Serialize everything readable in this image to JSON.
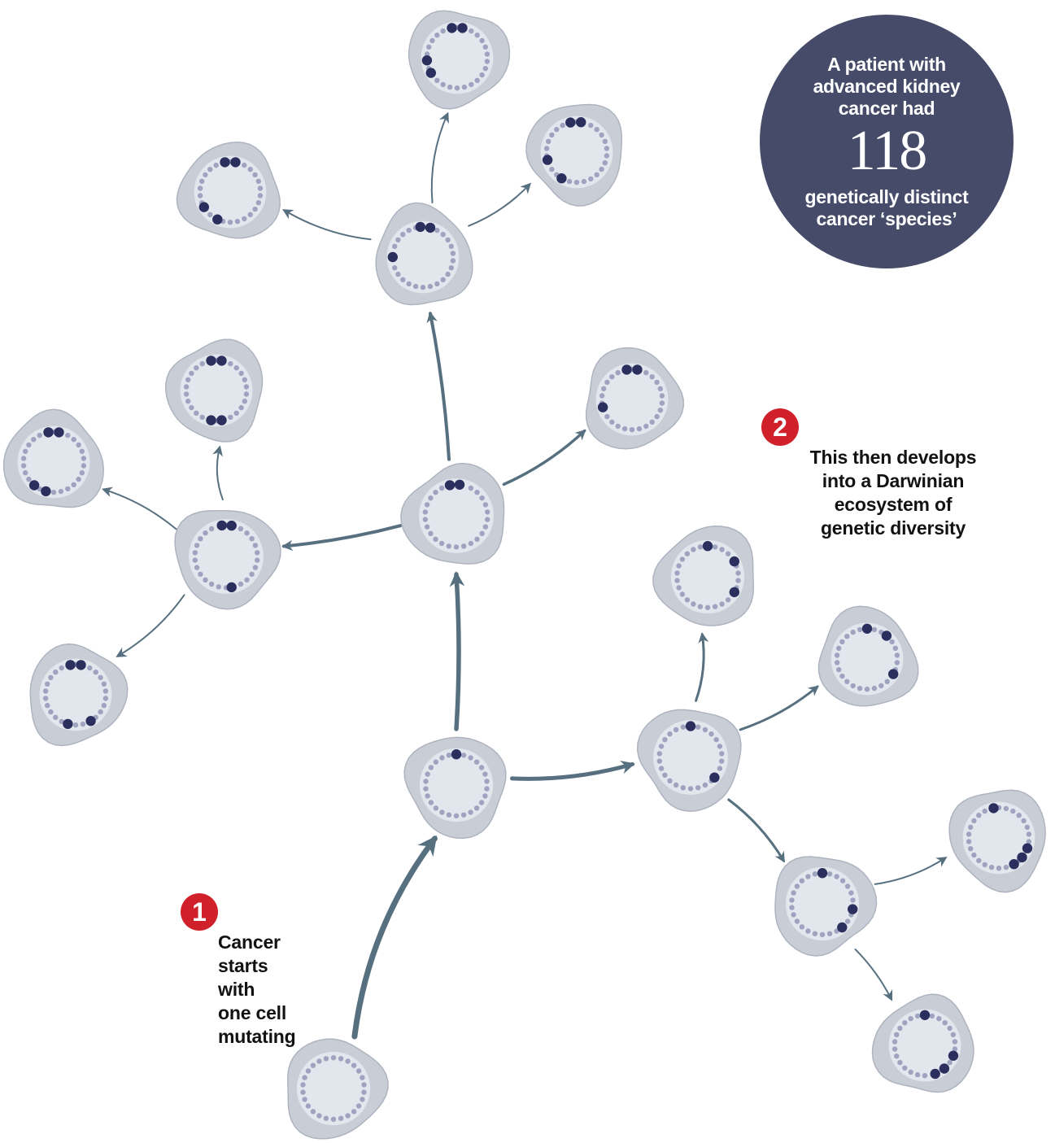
{
  "stat": {
    "text_top": "A patient with\nadvanced kidney\ncancer had",
    "number": "118",
    "text_bottom": "genetically distinct\ncancer ‘species’"
  },
  "steps": [
    {
      "number": "1",
      "text": "Cancer starts with\none cell mutating"
    },
    {
      "number": "2",
      "text": "This then develops\ninto a Darwinian\necosystem of\ngenetic diversity"
    }
  ],
  "colors": {
    "cell_outer": "#c9ced6",
    "cell_inner": "#e2e7ed",
    "cell_stroke": "#aeb4bf",
    "ring_dot": "#9ea3c0",
    "mutation_dot": "#2a2f5e",
    "arrow": "#577080",
    "stat_bg": "#454b68",
    "badge": "#d0202a"
  },
  "cells": [
    {
      "id": "founder",
      "mutations": 0
    },
    {
      "id": "first-mutant",
      "mutations": 1
    },
    {
      "id": "center",
      "mutations": 2
    },
    {
      "id": "top-hub",
      "mutations": 3
    },
    {
      "id": "top-leaf",
      "mutations": 4
    },
    {
      "id": "top-right-leaf",
      "mutations": 4
    },
    {
      "id": "top-left-leaf",
      "mutations": 4
    },
    {
      "id": "center-right",
      "mutations": 3
    },
    {
      "id": "left-hub",
      "mutations": 3
    },
    {
      "id": "left-top",
      "mutations": 4
    },
    {
      "id": "far-left",
      "mutations": 4
    },
    {
      "id": "lower-left",
      "mutations": 4
    },
    {
      "id": "right-hub",
      "mutations": 2
    },
    {
      "id": "right-up",
      "mutations": 3
    },
    {
      "id": "right-mid",
      "mutations": 3
    },
    {
      "id": "lower-right-hub",
      "mutations": 3
    },
    {
      "id": "far-right",
      "mutations": 4
    },
    {
      "id": "bottom-right",
      "mutations": 4
    }
  ],
  "arrows": [
    {
      "from": "founder",
      "to": "first-mutant"
    },
    {
      "from": "first-mutant",
      "to": "center"
    },
    {
      "from": "first-mutant",
      "to": "right-hub"
    },
    {
      "from": "center",
      "to": "top-hub"
    },
    {
      "from": "center",
      "to": "center-right"
    },
    {
      "from": "center",
      "to": "left-hub"
    },
    {
      "from": "top-hub",
      "to": "top-leaf"
    },
    {
      "from": "top-hub",
      "to": "top-right-leaf"
    },
    {
      "from": "top-hub",
      "to": "top-left-leaf"
    },
    {
      "from": "left-hub",
      "to": "left-top"
    },
    {
      "from": "left-hub",
      "to": "far-left"
    },
    {
      "from": "left-hub",
      "to": "lower-left"
    },
    {
      "from": "right-hub",
      "to": "right-up"
    },
    {
      "from": "right-hub",
      "to": "right-mid"
    },
    {
      "from": "right-hub",
      "to": "lower-right-hub"
    },
    {
      "from": "lower-right-hub",
      "to": "far-right"
    },
    {
      "from": "lower-right-hub",
      "to": "bottom-right"
    }
  ]
}
